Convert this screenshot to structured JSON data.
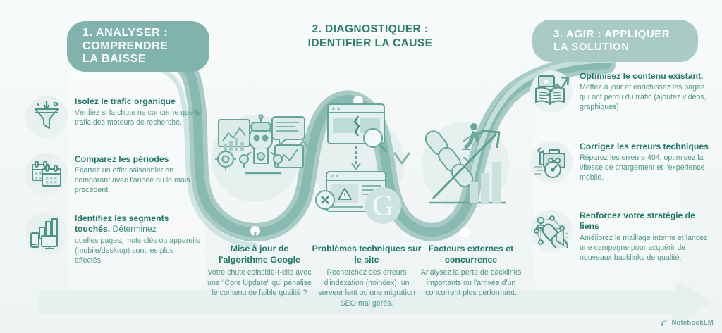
{
  "stages": {
    "one": {
      "title_lines": [
        "1. ANALYSER :",
        "COMPRENDRE",
        "LA BAISSE"
      ],
      "pill_color": "#7fb3ab"
    },
    "two": {
      "title_lines": [
        "2. DIAGNOSTIQUER :",
        "IDENTIFIER LA CAUSE"
      ]
    },
    "three": {
      "title_lines": [
        "3. AGIR : APPLIQUER",
        "LA SOLUTION"
      ],
      "pill_color": "#a9cbc6"
    }
  },
  "left_items": [
    {
      "icon": "funnel-icon",
      "heading": "Isolez le trafic organique",
      "body": "Vérifiez si la chute ne concerne que le trafic des moteurs de recherche."
    },
    {
      "icon": "calendar-icon",
      "heading": "Comparez les périodes",
      "body": "Ecartez un effet saisonnier en comparant avec l'année ou le mois précédent."
    },
    {
      "icon": "devices-chart-icon",
      "heading": "Identifiez les segments touchés.",
      "heading_tail": " Déterminez",
      "body": "quelles pages, mots-clés ou appareils (mobile/desktop) sont les plus affectés."
    }
  ],
  "right_items": [
    {
      "icon": "open-book-growth-icon",
      "heading": "Optimisez le contenu existant.",
      "body": "Mettez à jour et enrichissez les pages qui ont perdu du trafic (ajoutez vidéos, graphiques)."
    },
    {
      "icon": "toolbox-wrench-icon",
      "heading": "Corrigez les erreurs techniques",
      "body": "Réparez les erreurs 404, optimisez la vitesse de chargement et l'expérience mobile."
    },
    {
      "icon": "link-network-icon",
      "heading": "Renforcez votre stratégie de liens",
      "body": "Améliorez le maillage interne et lancez une campagne pour acquérir de nouveaux backlinks de qualité."
    }
  ],
  "center_captions": [
    {
      "icon": "robot-algorithm-icon",
      "heading": "Mise à jour de l'algorithme Google",
      "body": "Votre chute coincide-t-elle avec une \"Core Update\" qui pénalise le contenu de faible qualité ?"
    },
    {
      "icon": "broken-page-google-icon",
      "heading": "Problèmes techniques sur le site",
      "body": "Recherchez des erreurs d'indexation (noindex), un serveur lent ou une migration SEO mal gérés."
    },
    {
      "icon": "backlinks-competitor-icon",
      "heading": "Facteurs externes et concurrence",
      "body": "Analysez la perte de backlinks importants ou l'arrivée d'un concurrent plus performant."
    }
  ],
  "watermark": {
    "label": "NotebookLM",
    "icon": "notebooklm-icon"
  },
  "palette": {
    "background": "#f4f8f7",
    "path": "#86b8b0",
    "path_light": "#a9cbc6",
    "heading": "#1f7a69",
    "body": "#4e978b",
    "icon_stroke": "#4e9387",
    "icon_fill": "#cfe4e0"
  }
}
